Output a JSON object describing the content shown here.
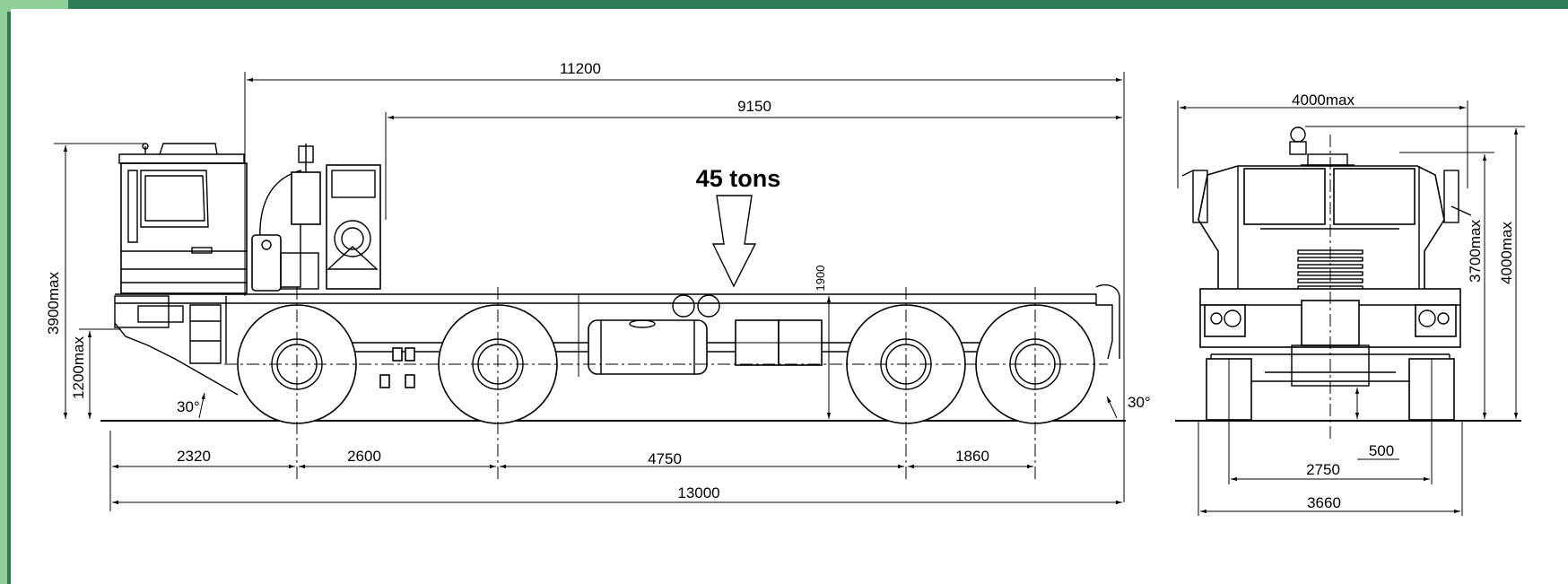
{
  "colors": {
    "frame": "#2f7a57",
    "accent": "#8fcf9a",
    "ink": "#000000",
    "paper": "#ffffff"
  },
  "diagram": {
    "load_label": "45 tons",
    "side_view": {
      "overall_length_top": "11200",
      "platform_length": "9150",
      "platform_height": "1900",
      "total_height": "3900max",
      "front_height": "1200max",
      "approach_angle": "30°",
      "departure_angle": "30°",
      "front_overhang": "2320",
      "wheelbase_1": "2600",
      "wheelbase_2": "4750",
      "wheelbase_3": "1860",
      "overall_length": "13000"
    },
    "front_view": {
      "width_max": "4000max",
      "height_cab": "3700max",
      "height_max": "4000max",
      "ground_clearance": "500",
      "track": "2750",
      "overall_width": "3660"
    }
  }
}
